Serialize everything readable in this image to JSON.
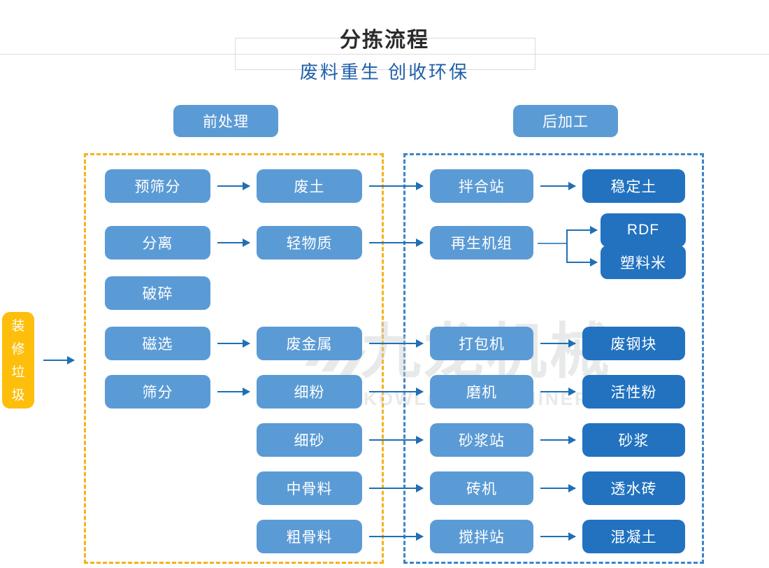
{
  "header": {
    "title": "分拣流程",
    "subtitle": "废料重生 创收环保"
  },
  "sections": {
    "pre_label": "前处理",
    "post_label": "后加工"
  },
  "input_node": {
    "label": "装修垃圾",
    "chars": [
      "装",
      "修",
      "垃",
      "圾"
    ],
    "color": "#FDBF0C"
  },
  "watermark": {
    "cn": "九龙机械",
    "en": "KOWLOONMACHINERY",
    "color": "#c9cbcd"
  },
  "colors": {
    "node_light": "#5B9BD5",
    "node_dark": "#2272C0",
    "arrow": "#1F6FB5",
    "dash_pre": "#F5B21A",
    "dash_post": "#3C85C8",
    "title": "#2b2b2b",
    "subtitle": "#1f5fa9"
  },
  "nodes": {
    "c1": [
      {
        "label": "预筛分"
      },
      {
        "label": "分离"
      },
      {
        "label": "破碎"
      },
      {
        "label": "磁选"
      },
      {
        "label": "筛分"
      }
    ],
    "c2": [
      {
        "label": "废土"
      },
      {
        "label": "轻物质"
      },
      {
        "label": "废金属"
      },
      {
        "label": "细粉"
      },
      {
        "label": "细砂"
      },
      {
        "label": "中骨料"
      },
      {
        "label": "粗骨料"
      }
    ],
    "c3": [
      {
        "label": "拌合站"
      },
      {
        "label": "再生机组"
      },
      {
        "label": "打包机"
      },
      {
        "label": "磨机"
      },
      {
        "label": "砂浆站"
      },
      {
        "label": "砖机"
      },
      {
        "label": "搅拌站"
      }
    ],
    "c4": [
      {
        "label": "稳定土"
      },
      {
        "label": "RDF"
      },
      {
        "label": "塑料米"
      },
      {
        "label": "废钢块"
      },
      {
        "label": "活性粉"
      },
      {
        "label": "砂浆"
      },
      {
        "label": "透水砖"
      },
      {
        "label": "混凝土"
      }
    ]
  }
}
